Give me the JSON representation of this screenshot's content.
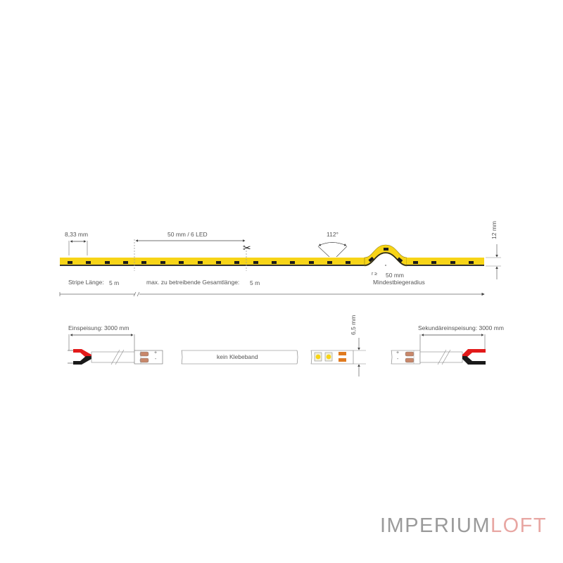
{
  "strip_diagram": {
    "pitch_label": "8,33 mm",
    "segment_label": "50 mm / 6 LED",
    "angle_label": "112°",
    "height_label": "12 mm",
    "radius_symbol": "r ≥",
    "radius_value": "50 mm",
    "radius_caption": "Mindestbiegeradius",
    "stripe_length_label": "Stripe Länge:",
    "stripe_length_value": "5 m",
    "max_length_label": "max. zu betreibende Gesamtlänge:",
    "max_length_value": "5 m",
    "cut_icon": "scissors-icon"
  },
  "detail_diagram": {
    "feed_label": "Einspeisung: 3000 mm",
    "secondary_feed_label": "Sekundäreinspeisung: 3000 mm",
    "no_tape_label": "kein Klebeband",
    "width_label": "6,5 mm",
    "plus": "+",
    "minus": "-"
  },
  "colors": {
    "strip_yellow": "#f7d417",
    "led_black": "#1a1a1a",
    "wire_red": "#e21a1a",
    "pad_orange": "#e07a1f",
    "line_gray": "#777777"
  },
  "brand": {
    "part1": "IMPERIUM",
    "part2": "LOFT"
  }
}
